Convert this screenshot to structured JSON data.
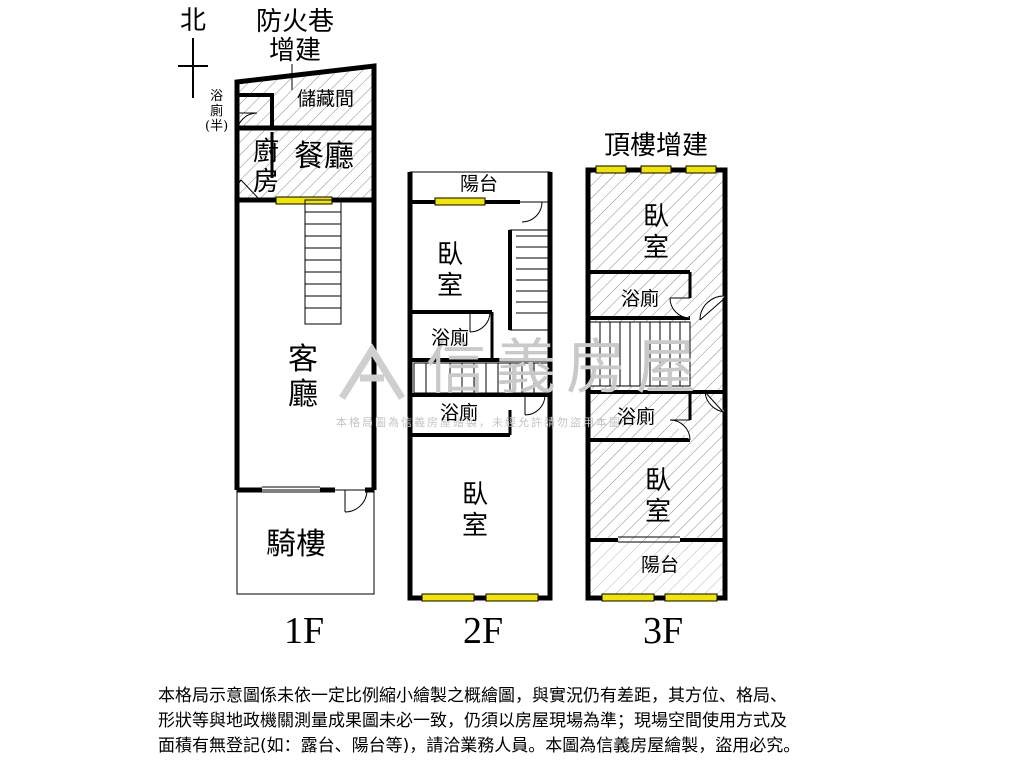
{
  "north_label": "北",
  "fire_lane_label": "防火巷\n增建",
  "floors": {
    "f1": {
      "label": "1F",
      "rooms": {
        "storage": "儲藏間",
        "half_bath": "浴\n廁\n(半)",
        "kitchen": "廚\n房",
        "dining": "餐廳",
        "living": "客\n廳",
        "arcade": "騎樓"
      }
    },
    "f2": {
      "label": "2F",
      "rooms": {
        "balcony": "陽台",
        "bedroom_north": "臥\n室",
        "bath_upper": "浴廁",
        "bath_lower": "浴廁",
        "bedroom_south": "臥\n室"
      }
    },
    "f3": {
      "label": "3F",
      "roof_label": "頂樓增建",
      "rooms": {
        "bedroom_north": "臥\n室",
        "bath_upper": "浴廁",
        "bath_lower": "浴廁",
        "bedroom_south": "臥\n室",
        "balcony": "陽台"
      }
    }
  },
  "watermark": {
    "brand": "信義房屋",
    "subtext": "本格局圖為信義房屋繪製，未經允許請勿盜用本圖片"
  },
  "disclaimer": [
    "本格局示意圖係未依一定比例縮小繪製之概繪圖，與實況仍有差距，其方位、格局、",
    "形狀等與地政機關測量成果圖未必一致，仍須以房屋現場為準；現場空間使用方式及",
    "面積有無登記(如：露台、陽台等)，請洽業務人員。本圖為信義房屋繪製，盜用必究。"
  ],
  "colors": {
    "wall": "#000000",
    "window_fill": "#f2e600",
    "hatch": "#8a8a8a",
    "watermark": "#c9c9c9"
  }
}
